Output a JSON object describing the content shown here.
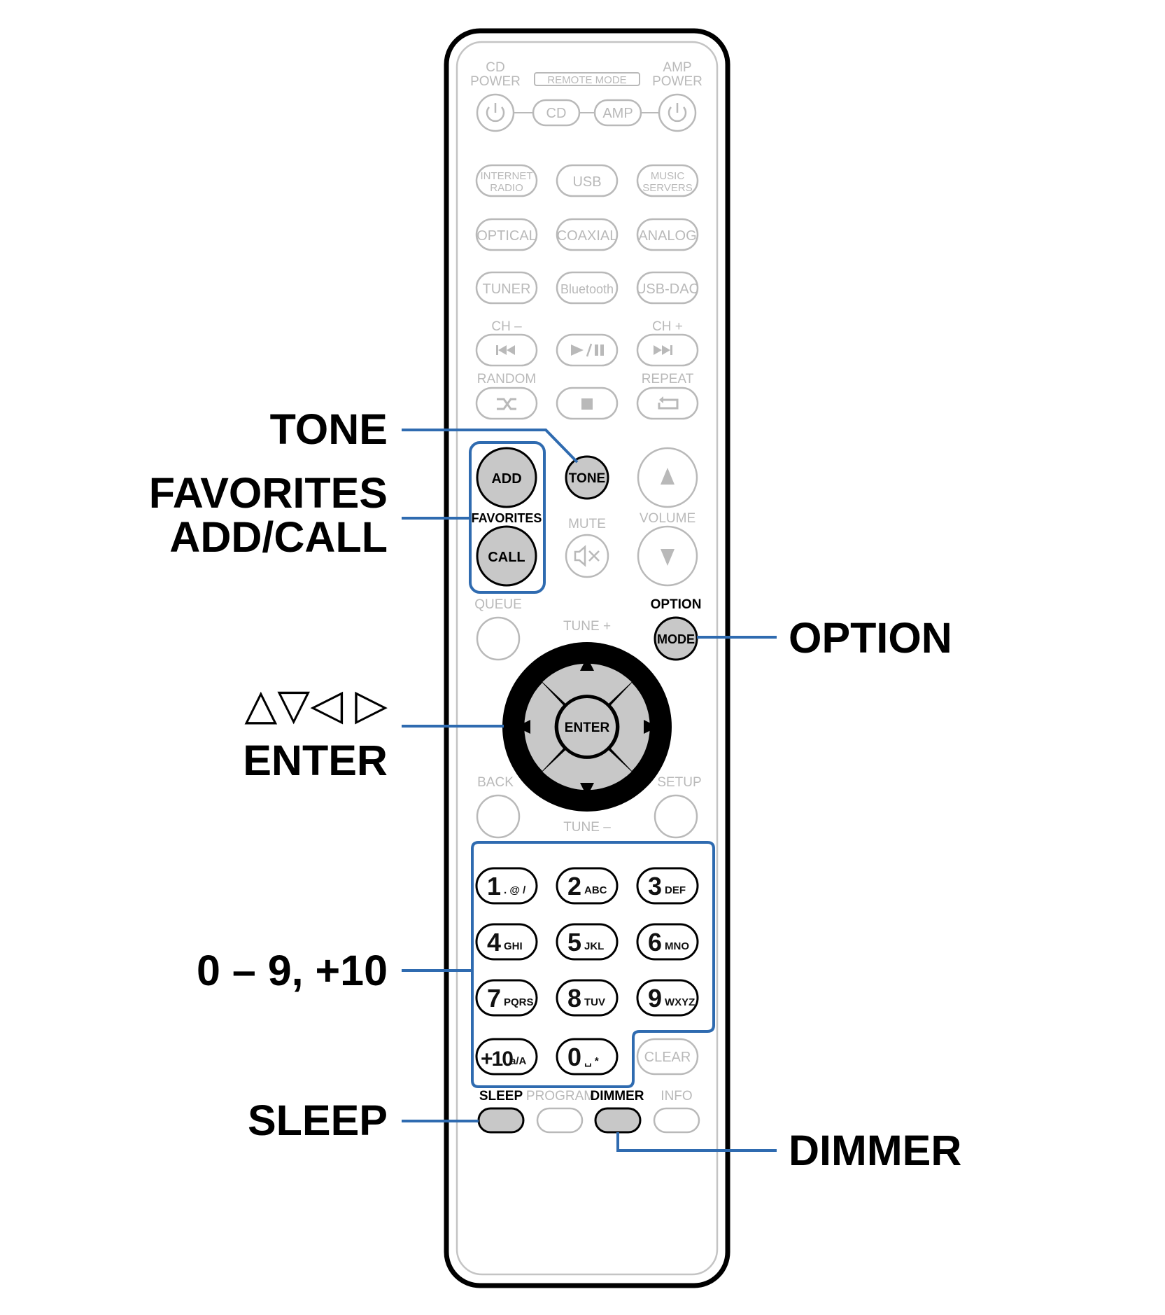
{
  "callouts": {
    "tone": "TONE",
    "favorites_line1": "FAVORITES",
    "favorites_line2": "ADD/CALL",
    "cursor_symbols": "△▽◁ ▷",
    "enter": "ENTER",
    "numbers": "0 – 9, +10",
    "sleep": "SLEEP",
    "option": "OPTION",
    "dimmer": "DIMMER"
  },
  "remote": {
    "cd_power": [
      "CD",
      "POWER"
    ],
    "remote_mode": "REMOTE MODE",
    "amp_power": [
      "AMP",
      "POWER"
    ],
    "mode_cd": "CD",
    "mode_amp": "AMP",
    "internet_radio": [
      "INTERNET",
      "RADIO"
    ],
    "usb": "USB",
    "music_servers": [
      "MUSIC",
      "SERVERS"
    ],
    "optical": "OPTICAL",
    "coaxial": "COAXIAL",
    "analog": "ANALOG",
    "tuner": "TUNER",
    "bluetooth": "Bluetooth",
    "usb_dac": "USB-DAC",
    "ch_minus": "CH –",
    "ch_plus": "CH +",
    "random": "RANDOM",
    "repeat": "REPEAT",
    "add": "ADD",
    "favorites": "FAVORITES",
    "call": "CALL",
    "tone": "TONE",
    "mute": "MUTE",
    "volume": "VOLUME",
    "queue": "QUEUE",
    "option": "OPTION",
    "mode": "MODE",
    "tune_plus": "TUNE +",
    "tune_minus": "TUNE –",
    "enter": "ENTER",
    "back": "BACK",
    "setup": "SETUP",
    "keypad": [
      {
        "digit": "1",
        "letters": ". @ /"
      },
      {
        "digit": "2",
        "letters": "ABC"
      },
      {
        "digit": "3",
        "letters": "DEF"
      },
      {
        "digit": "4",
        "letters": "GHI"
      },
      {
        "digit": "5",
        "letters": "JKL"
      },
      {
        "digit": "6",
        "letters": "MNO"
      },
      {
        "digit": "7",
        "letters": "PQRS"
      },
      {
        "digit": "8",
        "letters": "TUV"
      },
      {
        "digit": "9",
        "letters": "WXYZ"
      },
      {
        "digit": "+10",
        "letters": "a/A"
      },
      {
        "digit": "0",
        "letters": "␣ *"
      }
    ],
    "clear": "CLEAR",
    "sleep": "SLEEP",
    "program": "PROGRAM",
    "dimmer": "DIMMER",
    "info": "INFO"
  },
  "colors": {
    "callout_line": "#2f6bb0",
    "highlight_fill": "#c8c8c8",
    "faint": "#b9b9b9",
    "body_outline": "#000000"
  }
}
